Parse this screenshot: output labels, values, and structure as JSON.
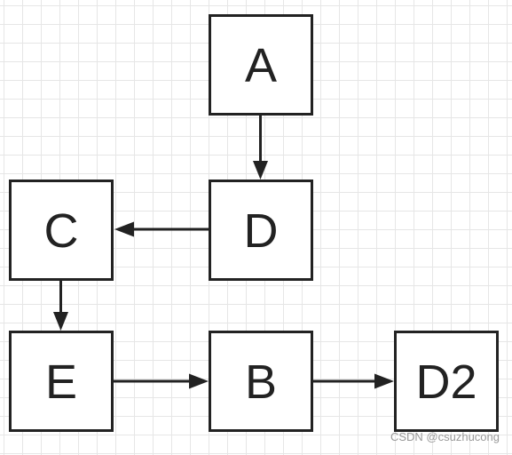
{
  "nodes": {
    "a": "A",
    "d": "D",
    "c": "C",
    "e": "E",
    "b": "B",
    "d2": "D2"
  },
  "edges": [
    {
      "from": "A",
      "to": "D"
    },
    {
      "from": "D",
      "to": "C"
    },
    {
      "from": "C",
      "to": "E"
    },
    {
      "from": "E",
      "to": "B"
    },
    {
      "from": "B",
      "to": "D2"
    }
  ],
  "watermark": "CSDN @csuzhucong"
}
